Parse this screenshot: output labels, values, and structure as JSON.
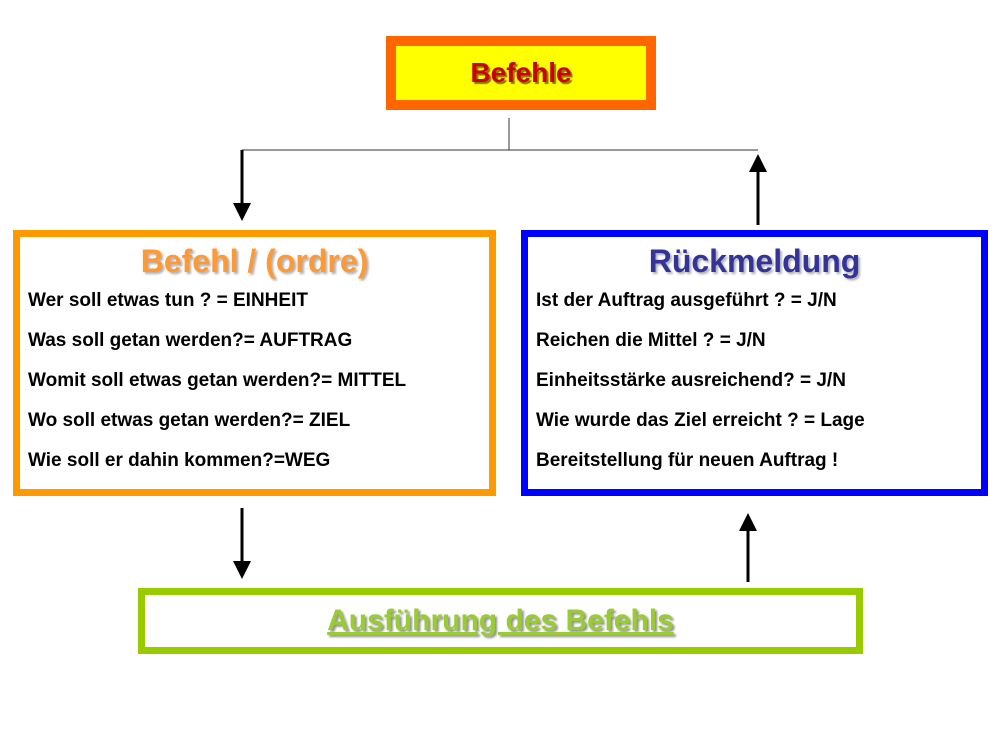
{
  "header": {
    "title": "Befehle"
  },
  "left_panel": {
    "title": "Befehl / (ordre)",
    "lines": [
      "Wer soll etwas tun ? = EINHEIT",
      "Was soll getan werden?= AUFTRAG",
      "Womit soll etwas getan werden?= MITTEL",
      "Wo soll etwas getan werden?= ZIEL",
      "Wie soll er dahin kommen?=WEG"
    ]
  },
  "right_panel": {
    "title": "Rückmeldung",
    "lines": [
      "Ist der Auftrag ausgeführt ? = J/N",
      "Reichen die Mittel ? = J/N",
      "Einheitsstärke ausreichend? = J/N",
      "Wie wurde das Ziel erreicht ? = Lage",
      "Bereitstellung für neuen Auftrag !"
    ]
  },
  "footer": {
    "title": "Ausführung des Befehls"
  },
  "colors": {
    "top_border": "#ff6600",
    "top_fill": "#ffff00",
    "top_text": "#cc0000",
    "left_border": "#ff9900",
    "left_title": "#ff9933",
    "right_border": "#0000ff",
    "right_title": "#333399",
    "bottom_border": "#99cc00",
    "bottom_title": "#99cc33"
  }
}
